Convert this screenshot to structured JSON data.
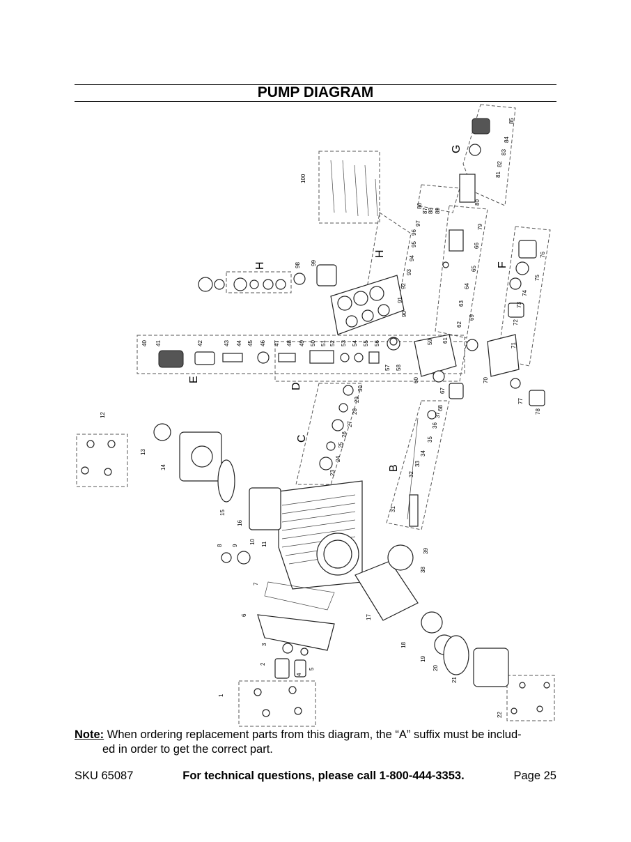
{
  "page": {
    "title": "PUMP DIAGRAM",
    "note_label": "Note:",
    "note_line1": " When ordering replacement parts from this diagram, the “A” suffix must be includ-",
    "note_line2": "ed in order to get the correct part.",
    "sku": "SKU 65087",
    "technical_line": "For technical questions, please call 1-800-444-3353.",
    "page_number": "Page 25"
  },
  "diagram": {
    "section_letters": [
      "B",
      "C",
      "D",
      "E",
      "F",
      "G",
      "H",
      "H"
    ],
    "part_numbers": [
      "1",
      "2",
      "3",
      "4",
      "5",
      "6",
      "7",
      "8",
      "9",
      "10",
      "11",
      "12",
      "13",
      "14",
      "15",
      "16",
      "17",
      "18",
      "19",
      "20",
      "21",
      "22",
      "23",
      "24",
      "25",
      "26",
      "27",
      "28",
      "29",
      "30",
      "31",
      "32",
      "33",
      "34",
      "35",
      "36",
      "37",
      "38",
      "39",
      "40",
      "41",
      "42",
      "43",
      "44",
      "45",
      "46",
      "47",
      "48",
      "49",
      "50",
      "51",
      "52",
      "53",
      "54",
      "55",
      "56",
      "57",
      "58",
      "59",
      "60",
      "61",
      "62",
      "63",
      "64",
      "65",
      "66",
      "67",
      "68",
      "69",
      "70",
      "71",
      "72",
      "73",
      "74",
      "75",
      "76",
      "77",
      "78",
      "79",
      "80",
      "81",
      "82",
      "83",
      "84",
      "85",
      "86",
      "87",
      "88",
      "89",
      "90",
      "91",
      "92",
      "93",
      "94",
      "95",
      "96",
      "97",
      "98",
      "99",
      "100"
    ]
  }
}
